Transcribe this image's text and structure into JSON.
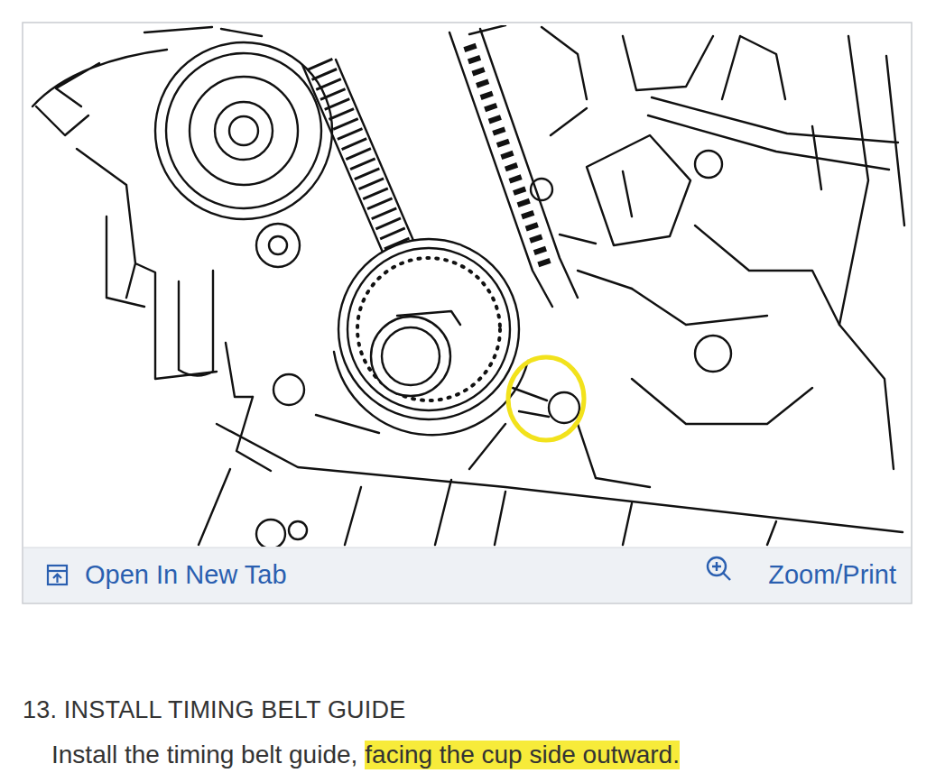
{
  "diagram": {
    "title": "13. INSTALL TIMING BELT GUIDE",
    "nodes": [
      {
        "text": [
          "Open In New Tab",
          "Zoom/Print"
        ]
      }
    ],
    "labels": [
      "Install the timing belt guide,",
      "facing the cup side outward."
    ]
  }
}
